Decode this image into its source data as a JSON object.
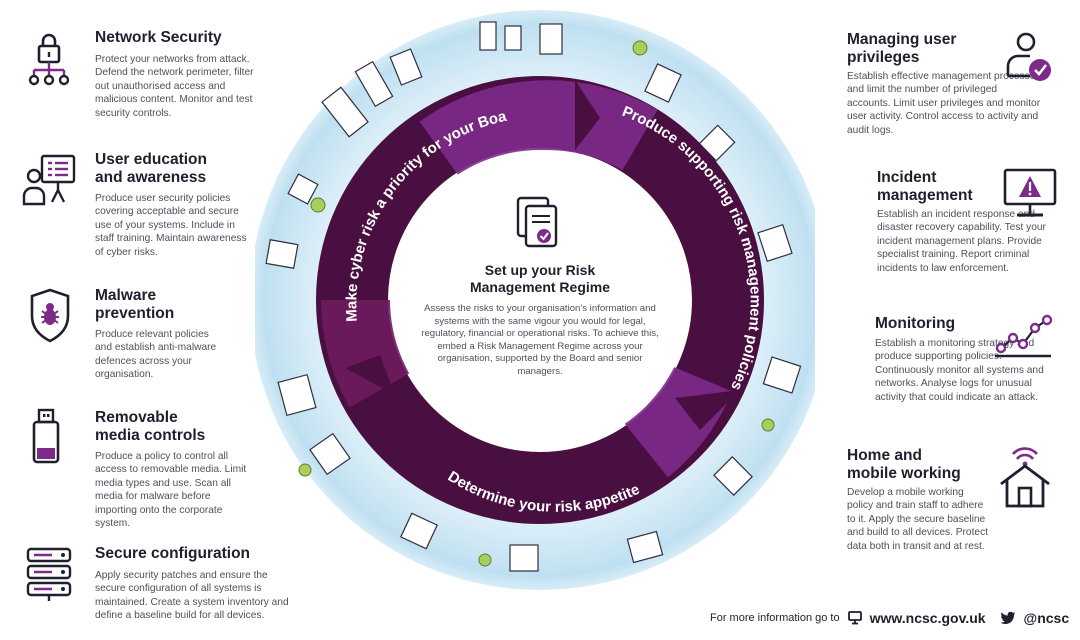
{
  "colors": {
    "purple_dark": "#4a0f41",
    "purple_mid": "#6e1c5e",
    "purple_bright": "#7d2a8a",
    "sky_light": "#d7ecf7",
    "sky_mid": "#bfe0f1",
    "text_dark": "#1f1f2e",
    "text_body": "#4f4f5c"
  },
  "left_sections": [
    {
      "icon": "network-lock-icon",
      "title": "Network Security",
      "text": "Protect your networks from attack. Defend the network perimeter, filter out unauthorised access and malicious content. Monitor and test security controls."
    },
    {
      "icon": "user-education-icon",
      "title": "User education\nand awareness",
      "text": "Produce user security policies covering acceptable and secure use of your systems. Include in staff training. Maintain awareness of cyber risks."
    },
    {
      "icon": "malware-shield-icon",
      "title": "Malware\nprevention",
      "text": "Produce relevant policies and establish anti-malware defences across your organisation."
    },
    {
      "icon": "usb-stick-icon",
      "title": "Removable\nmedia controls",
      "text": "Produce a policy to control all access to removable media. Limit media types and use. Scan all media for malware before importing onto the corporate system."
    },
    {
      "icon": "server-stack-icon",
      "title": "Secure configuration",
      "text": "Apply security patches and ensure the secure configuration of all systems is maintained. Create a system inventory and define a baseline build for all devices."
    }
  ],
  "right_sections": [
    {
      "icon": "user-check-icon",
      "title": "Managing user\nprivileges",
      "text": "Establish effective management processes and limit the number of privileged accounts. Limit user privileges and monitor user activity. Control access to activity and audit logs."
    },
    {
      "icon": "warning-monitor-icon",
      "title": "Incident\nmanagement",
      "text": "Establish an incident response and disaster recovery capability. Test your incident management plans. Provide specialist training. Report criminal incidents to law enforcement."
    },
    {
      "icon": "line-graph-icon",
      "title": "Monitoring",
      "text": "Establish a monitoring strategy and produce supporting policies. Continuously monitor all systems and networks. Analyse logs for unusual activity that could indicate an attack."
    },
    {
      "icon": "home-wifi-icon",
      "title": "Home and\nmobile working",
      "text": "Develop a mobile working policy and train staff to adhere to it. Apply the secure baseline and build to all devices. Protect data both in transit and at rest."
    }
  ],
  "wheel": {
    "arrow_top_left": "Make cyber risk a priority for your Board",
    "arrow_right": "Produce supporting risk management policies",
    "arrow_bottom": "Determine your risk appetite"
  },
  "center": {
    "icon": "documents-check-icon",
    "title": "Set up your Risk\nManagement Regime",
    "text": "Assess the risks to your organisation's information and systems with the same vigour you would for legal, regulatory, financial or operational risks. To achieve this, embed a Risk Management Regime across your organisation, supported by the Board and senior managers."
  },
  "footer": {
    "text": "For more information go to",
    "link": "www.ncsc.gov.uk",
    "handle": "@ncsc",
    "monitor_icon": "monitor-icon",
    "twitter_icon": "twitter-bird-icon"
  }
}
